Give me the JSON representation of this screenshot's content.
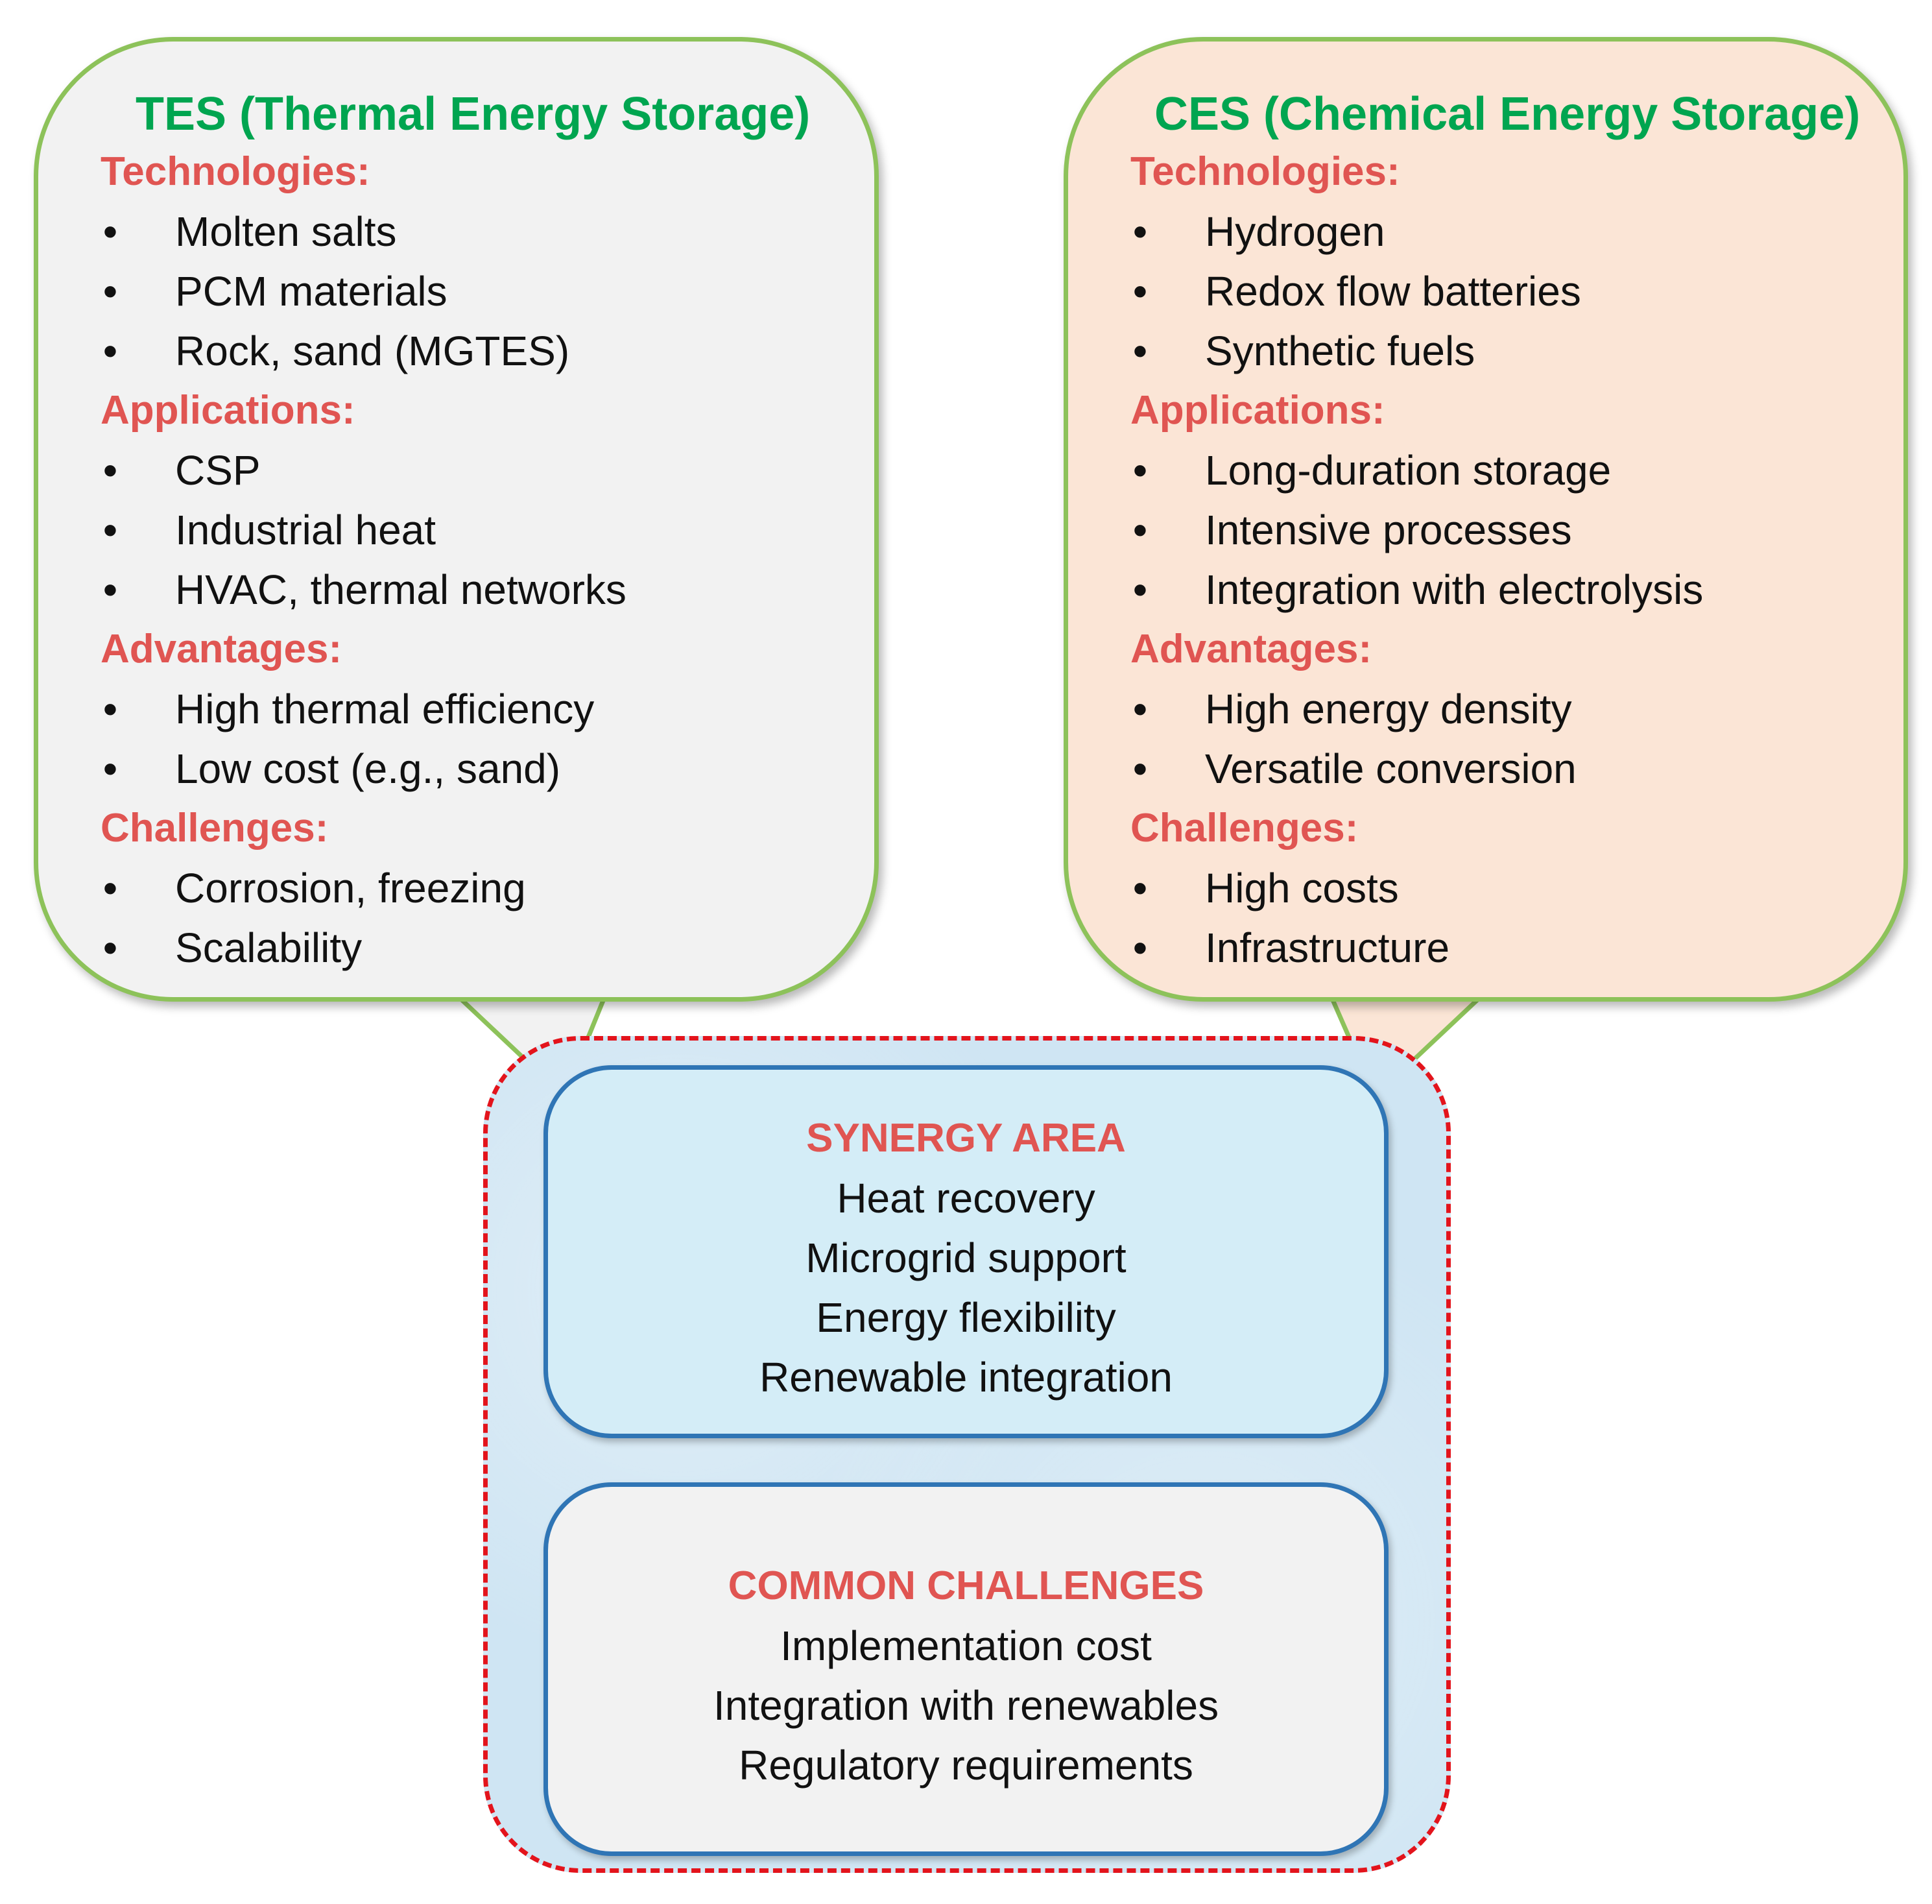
{
  "tes": {
    "title": "TES (Thermal Energy Storage)",
    "sections": [
      {
        "heading": "Technologies:",
        "items": [
          "Molten salts",
          "PCM materials",
          "Rock, sand (MGTES)"
        ]
      },
      {
        "heading": "Applications:",
        "items": [
          "CSP",
          "Industrial heat",
          "HVAC, thermal networks"
        ]
      },
      {
        "heading": "Advantages:",
        "items": [
          "High thermal efficiency",
          "Low cost (e.g., sand)"
        ]
      },
      {
        "heading": "Challenges:",
        "items": [
          "Corrosion, freezing",
          "Scalability"
        ]
      }
    ]
  },
  "ces": {
    "title": "CES (Chemical Energy Storage)",
    "sections": [
      {
        "heading": "Technologies:",
        "items": [
          "Hydrogen",
          "Redox flow batteries",
          "Synthetic fuels"
        ]
      },
      {
        "heading": "Applications:",
        "items": [
          "Long-duration storage",
          "Intensive processes",
          "Integration with electrolysis"
        ]
      },
      {
        "heading": "Advantages:",
        "items": [
          "High energy density",
          "Versatile conversion"
        ]
      },
      {
        "heading": "Challenges:",
        "items": [
          "High costs",
          "Infrastructure"
        ]
      }
    ]
  },
  "synergy": {
    "heading": "SYNERGY AREA",
    "items": [
      "Heat recovery",
      "Microgrid support",
      "Energy flexibility",
      "Renewable integration"
    ]
  },
  "common": {
    "heading": "COMMON CHALLENGES",
    "items": [
      "Implementation cost",
      "Integration with renewables",
      "Regulatory requirements"
    ]
  },
  "bullet_glyph": "•",
  "colors": {
    "title_green": "#00a550",
    "heading_red": "#e05552",
    "callout_border": "#8dc25a",
    "tes_fill": "#f2f2f2",
    "ces_fill": "#fbe5d6",
    "synergy_fill": "#d4edf7",
    "inner_border": "#2f75b5",
    "dashed_border": "#e3141c"
  }
}
